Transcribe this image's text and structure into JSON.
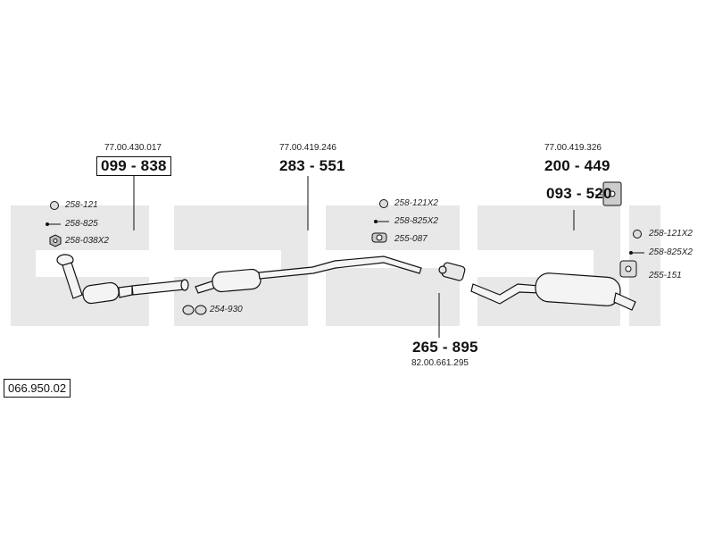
{
  "diagram": {
    "id": "066.950.02",
    "parts": [
      {
        "pn": "099 - 838",
        "oem": "77.00.430.017"
      },
      {
        "pn": "283 - 551",
        "oem": "77.00.419.246"
      },
      {
        "pn": "265 - 895",
        "oem": "82.00.661.295"
      },
      {
        "pn": "200 - 449",
        "oem": "77.00.419.326"
      },
      {
        "pn": "093 - 520"
      }
    ],
    "accessories": [
      "258-121",
      "258-825",
      "258-038X2",
      "254-930",
      "258-121X2",
      "258-825X2",
      "255-087",
      "258-121X2",
      "258-825X2",
      "255-151"
    ],
    "colors": {
      "background_logo": "#e6e6e6",
      "line": "#111111",
      "pipe_fill": "#f4f4f4"
    }
  }
}
